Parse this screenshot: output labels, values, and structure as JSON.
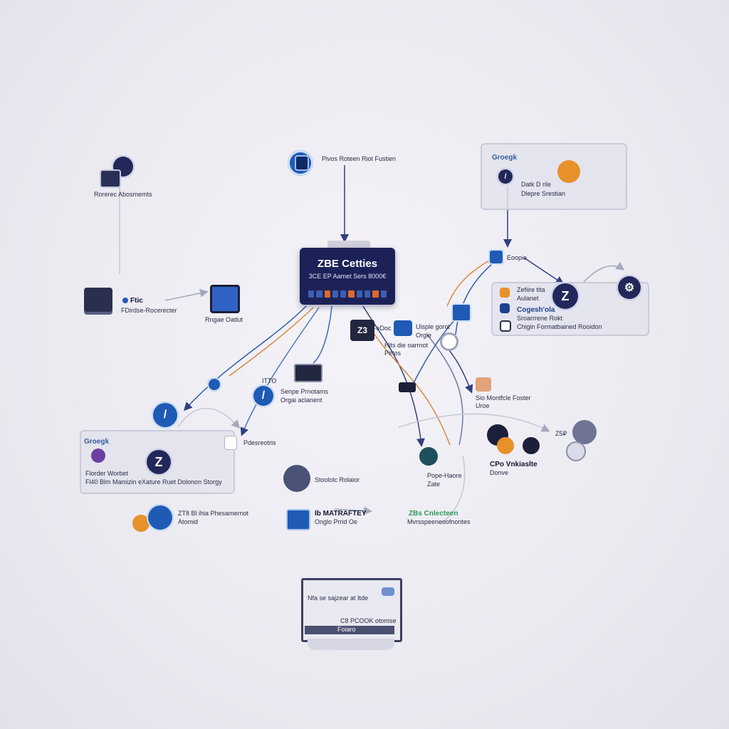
{
  "hub": {
    "title": "ZBE Cetties",
    "subtitle": "3CE EP Aamet Sers 8000€"
  },
  "nodes": {
    "top_center": "Pivos Roteen Riot Fustien",
    "top_left": "Rorerec Abosmemts",
    "left_device_label1": "Ftic",
    "left_device_label2": "FDirdse-Rocerecter",
    "left_device2_label": "Rngae Oatlut",
    "top_right_panel_title": "Groegk",
    "top_right_panel_l1": "Datk D rile",
    "top_right_panel_l2": "Dlepre Srestian",
    "right_box_small": "Eoopie",
    "right_panel_l1": "Zefiire tita",
    "right_panel_l2": "Aulanet",
    "right_panel_l3": "Cogesh'ola",
    "right_panel_l4": "Sroarrrene Rokt",
    "right_panel_l5": "Chigin Formatbained Rooidon",
    "center_z3": "Z3",
    "center_a_label": "FeDoc",
    "center_b_l1": "Uisple gorot",
    "center_b_l2": "Orgle",
    "center_b_l3": "Hits die oarrnot",
    "center_b_l4": "Pirtos",
    "mid_label_1": "ITTO",
    "mid_label_2a": "Senpe Prnotams",
    "mid_label_2b": "Orgai aclanent",
    "left_panel_title": "Groegk",
    "left_panel_l1": "Florder Worbet",
    "left_panel_l2": "Fl40 Blm Mamizin eXature Ruet Dolonon Storgy",
    "left_panel_side": "Pdesreotris",
    "right_mid_l1": "Sio Montfcle Foster",
    "right_mid_l2": "Uroe",
    "right_far": "Z5₽",
    "right_low_l1": "CPo Vnkiaslte",
    "right_low_l2": "Donve",
    "center_low_l1": "Pope-Haore",
    "center_low_l2": "Zate",
    "lower_left_l1": "ZT8 Bl ihia Phesamernot",
    "lower_left_l2": "Atomid",
    "lower_mid_l1": "Stoololc Rolaior",
    "lower_mid_l2": "Ib MATRAFTEY",
    "lower_mid_l3": "Onglo Prrid Oe",
    "lower_right_l1": "ZBs Cnlecteen",
    "lower_right_l2": "Mvrsspeeneoofnontes",
    "laptop_l1": "Nfa se sajzear at Itde",
    "laptop_l2": "C8 PCOOK otomse",
    "laptop_l3": "Foiaro"
  },
  "colors": {
    "navy": "#1c2257",
    "blue": "#1f5bb5",
    "orange": "#e8912a",
    "green": "#2f9a5a"
  },
  "icons": {
    "z_badge": "Z"
  }
}
